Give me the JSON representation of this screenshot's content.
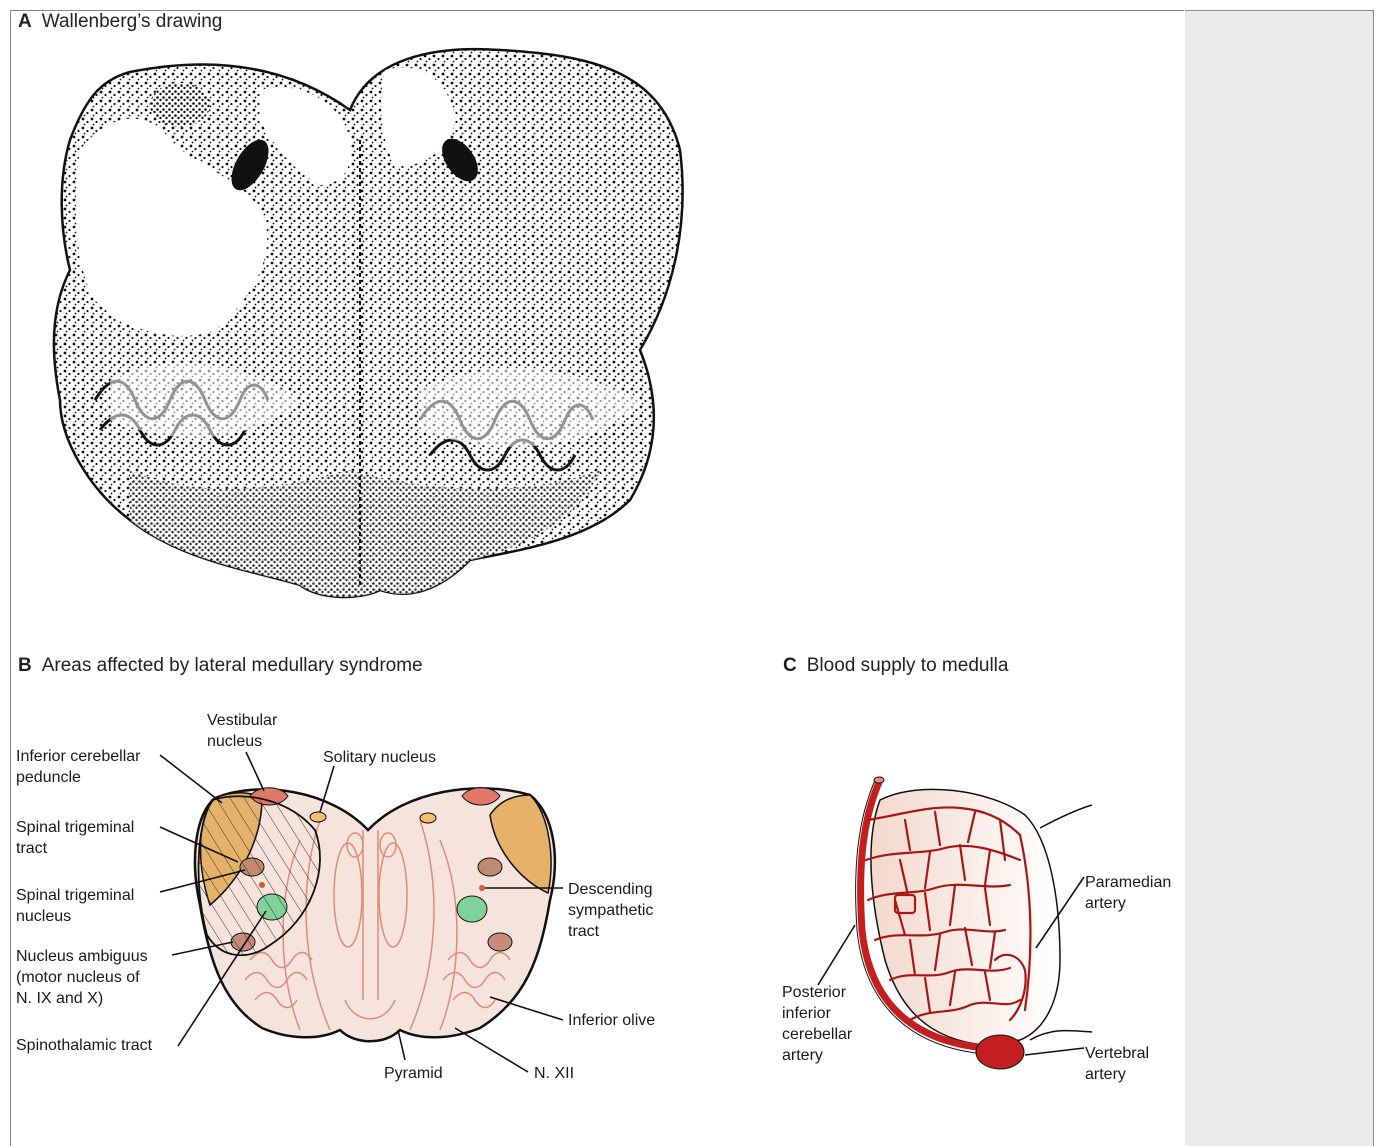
{
  "panels": {
    "a": {
      "letter": "A",
      "title": "Wallenberg’s drawing"
    },
    "b": {
      "letter": "B",
      "title": "Areas affected by lateral medullary syndrome"
    },
    "c": {
      "letter": "C",
      "title": "Blood supply to medulla"
    }
  },
  "panel_b_labels": {
    "vestibular_nucleus": [
      "Vestibular",
      "nucleus"
    ],
    "solitary_nucleus": [
      "Solitary nucleus"
    ],
    "inferior_cerebellar_peduncle": [
      "Inferior cerebellar",
      "peduncle"
    ],
    "spinal_trigeminal_tract": [
      "Spinal trigeminal",
      "tract"
    ],
    "spinal_trigeminal_nucleus": [
      "Spinal trigeminal",
      "nucleus"
    ],
    "nucleus_ambiguus": [
      "Nucleus ambiguus",
      "(motor nucleus of",
      "N. IX and X)"
    ],
    "spinothalamic_tract": [
      "Spinothalamic tract"
    ],
    "pyramid": [
      "Pyramid"
    ],
    "n_xii": [
      "N. XII"
    ],
    "inferior_olive": [
      "Inferior olive"
    ],
    "descending_sympathetic_tract": [
      "Descending",
      "sympathetic",
      "tract"
    ]
  },
  "panel_c_labels": {
    "paramedian_artery": [
      "Paramedian",
      "artery"
    ],
    "posterior_inferior_cerebellar_artery": [
      "Posterior",
      "inferior",
      "cerebellar",
      "artery"
    ],
    "vertebral_artery": [
      "Vertebral",
      "artery"
    ]
  },
  "colors": {
    "medulla_fill": "#f6e4dc",
    "structure_line": "#e08a7a",
    "vestibular": "#e07a68",
    "peduncle": "#e6b26a",
    "trigeminal_nucleus": "#c08a6e",
    "ambiguus": "#c98a7a",
    "solitary": "#f4c070",
    "spinothalamic_green": "#7fd39a",
    "artery_red": "#c41e1e",
    "ink": "#111111"
  }
}
